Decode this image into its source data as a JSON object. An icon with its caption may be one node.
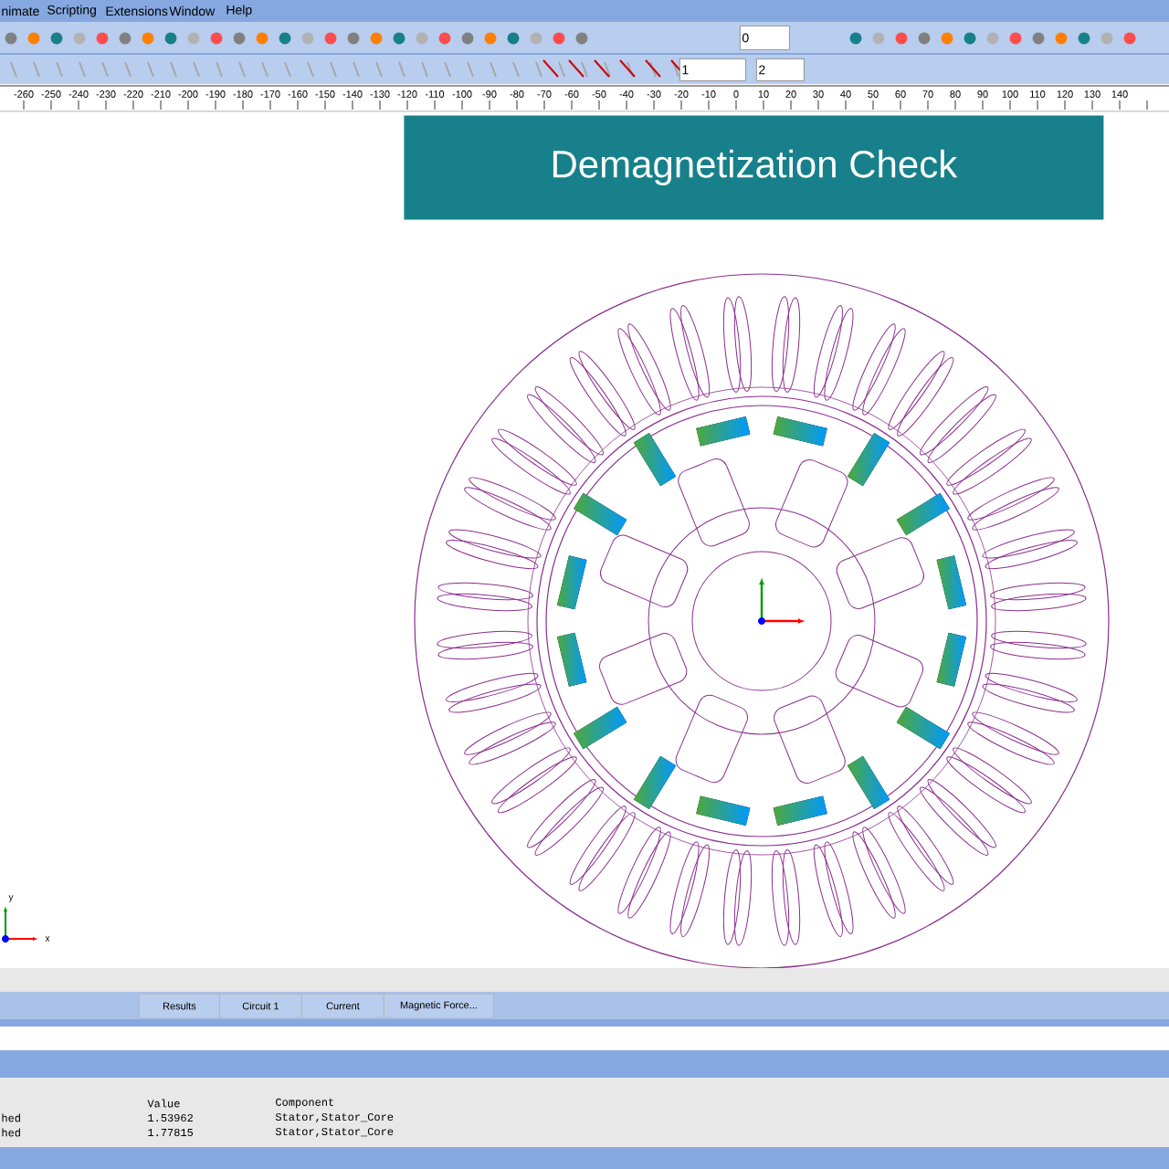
{
  "diagram": {
    "title": "Demagnetization Check",
    "labels": [
      "nimate",
      "Scripting",
      "Extensions",
      "Window",
      "Help",
      "0",
      "1",
      "2",
      "-260",
      "-250",
      "-240",
      "-230",
      "-220",
      "-210",
      "-200",
      "-190",
      "-180",
      "-170",
      "-160",
      "-150",
      "-140",
      "-130",
      "-120",
      "-110",
      "-100",
      "-90",
      "-80",
      "-70",
      "-60",
      "-50",
      "-40",
      "-30",
      "-20",
      "-10",
      "0",
      "10",
      "20",
      "30",
      "40",
      "50",
      "60",
      "70",
      "80",
      "90",
      "100",
      "110",
      "120",
      "130",
      "140",
      "y",
      "x",
      "Results",
      "Circuit 1",
      "Current",
      "Magnetic Force...",
      "Value",
      "Component",
      "hed",
      "1.53962",
      "Stator,Stator_Core",
      "hed",
      "1.77815",
      "Stator,Stator_Core"
    ]
  }
}
